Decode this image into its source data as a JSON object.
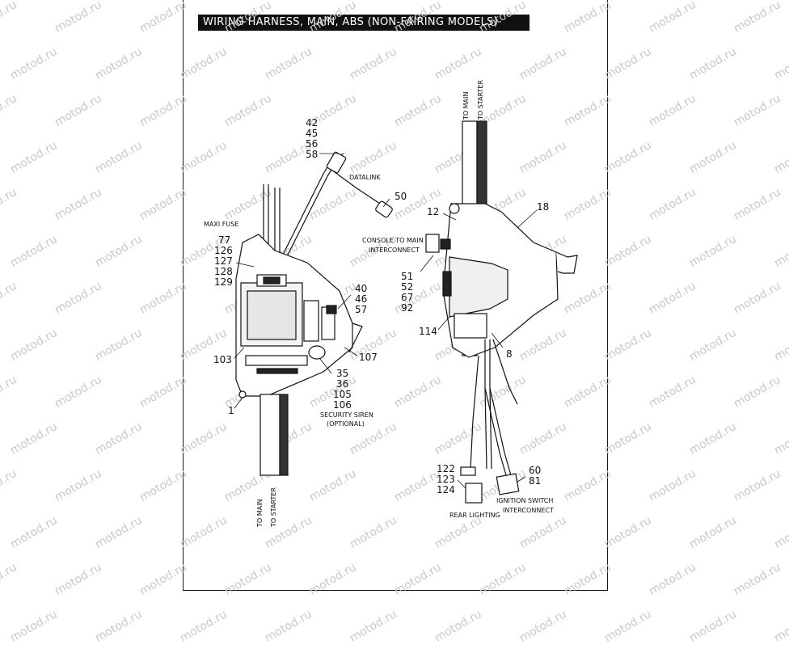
{
  "title": "WIRING HARNESS, MAIN, ABS (NON-FAIRING MODELS)",
  "watermark": "motod.ru",
  "left_view": {
    "callouts": {
      "c_42_58": [
        "42",
        "45",
        "56",
        "58"
      ],
      "c_50": "50",
      "c_77_129": [
        "77",
        "126",
        "127",
        "128",
        "129"
      ],
      "c_40_57": [
        "40",
        "46",
        "57"
      ],
      "c_103": "103",
      "c_107": "107",
      "c_35_106": [
        "35",
        "36",
        "105",
        "106"
      ],
      "c_1": "1"
    },
    "captions": {
      "datalink": "DATALINK",
      "maxi_fuse": "MAXI FUSE",
      "security_siren": [
        "SECURITY SIREN",
        "(OPTIONAL)"
      ],
      "to_main": "TO MAIN",
      "to_starter": "TO STARTER"
    }
  },
  "right_view": {
    "callouts": {
      "c_12": "12",
      "c_18": "18",
      "c_51_92": [
        "51",
        "52",
        "67",
        "92"
      ],
      "c_114": "114",
      "c_8": "8",
      "c_122_124": [
        "122",
        "123",
        "124"
      ],
      "c_60_81": [
        "60",
        "81"
      ]
    },
    "captions": {
      "to_main": "TO MAIN",
      "to_starter": "TO STARTER",
      "console": [
        "CONSOLE TO MAIN",
        "INTERCONNECT"
      ],
      "rear_lighting": "REAR LIGHTING",
      "ignition": [
        "IGNITION SWITCH",
        "INTERCONNECT"
      ]
    }
  }
}
